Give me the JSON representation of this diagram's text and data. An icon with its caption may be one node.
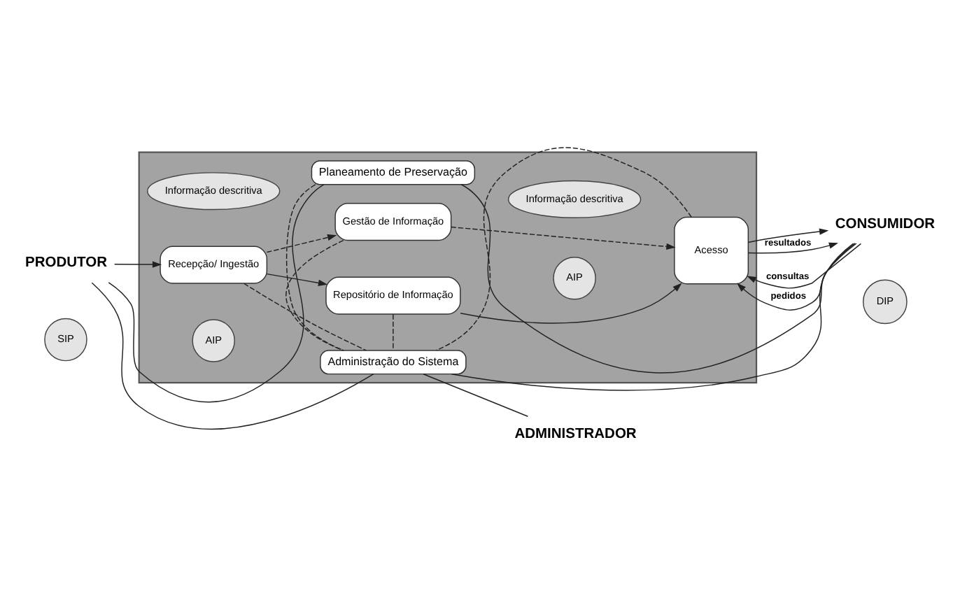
{
  "diagram": {
    "nodes": [
      {
        "text": [],
        "shape": "box"
      },
      {
        "text": [
          "Planeamento de Preservação"
        ],
        "in": 0
      },
      {
        "text": [
          "PRODUTOR"
        ]
      },
      {
        "text": [
          "CONSUMIDOR"
        ]
      },
      {
        "text": [
          "Informação descritiva"
        ],
        "in": 0
      },
      {
        "text": [
          "Gestão de Informação"
        ],
        "in": 0
      },
      {
        "text": [
          "Informação descritiva"
        ],
        "in": 0
      },
      {
        "text": [
          "Recepção/ Ingestão"
        ],
        "in": 0
      },
      {
        "text": [
          "Acesso"
        ],
        "in": 0
      },
      {
        "text": [
          "SIP"
        ]
      },
      {
        "text": [
          "AIP"
        ],
        "in": 0
      },
      {
        "text": [
          "Repositório de Informação"
        ],
        "in": 0
      },
      {
        "text": [
          "AIP"
        ],
        "in": 0
      },
      {
        "text": [
          "DIP"
        ]
      },
      {
        "text": [
          "Administração do Sistema"
        ],
        "in": 0
      },
      {
        "text": [
          "ADMINISTRADOR"
        ]
      }
    ],
    "edges": [
      {
        "from": 1,
        "to": 2,
        "arrow": "none"
      },
      {
        "from": 1,
        "to": 3,
        "arrow": "none"
      },
      {
        "from": 2,
        "to": 7,
        "arrow": "to"
      },
      {
        "from": 7,
        "to": 5,
        "arrow": "to",
        "style": "dashed"
      },
      {
        "from": 5,
        "to": 8,
        "arrow": "to",
        "style": "dashed"
      },
      {
        "from": 7,
        "to": 11,
        "arrow": "to"
      },
      {
        "from": 11,
        "to": 8,
        "arrow": "to"
      },
      {
        "from": 3,
        "to": 8,
        "arrow": "to",
        "label": "consultas"
      },
      {
        "from": 8,
        "to": 3,
        "arrow": "to",
        "label": "resultados"
      },
      {
        "from": 3,
        "to": 8,
        "arrow": "to",
        "label": "pedidos"
      },
      {
        "from": 8,
        "to": 3,
        "arrow": "to"
      },
      {
        "from": 1,
        "to": 14,
        "arrow": "none",
        "style": "dashed"
      },
      {
        "from": 7,
        "to": 14,
        "arrow": "none",
        "style": "dashed"
      },
      {
        "from": 5,
        "to": 14,
        "arrow": "none",
        "style": "dashed"
      },
      {
        "from": 11,
        "to": 14,
        "arrow": "none",
        "style": "dashed"
      },
      {
        "from": 8,
        "to": 14,
        "arrow": "none",
        "style": "dashed"
      },
      {
        "from": 14,
        "to": 2,
        "arrow": "none"
      },
      {
        "from": 14,
        "to": 3,
        "arrow": "none"
      },
      {
        "from": 14,
        "to": 15,
        "arrow": "none"
      }
    ]
  }
}
